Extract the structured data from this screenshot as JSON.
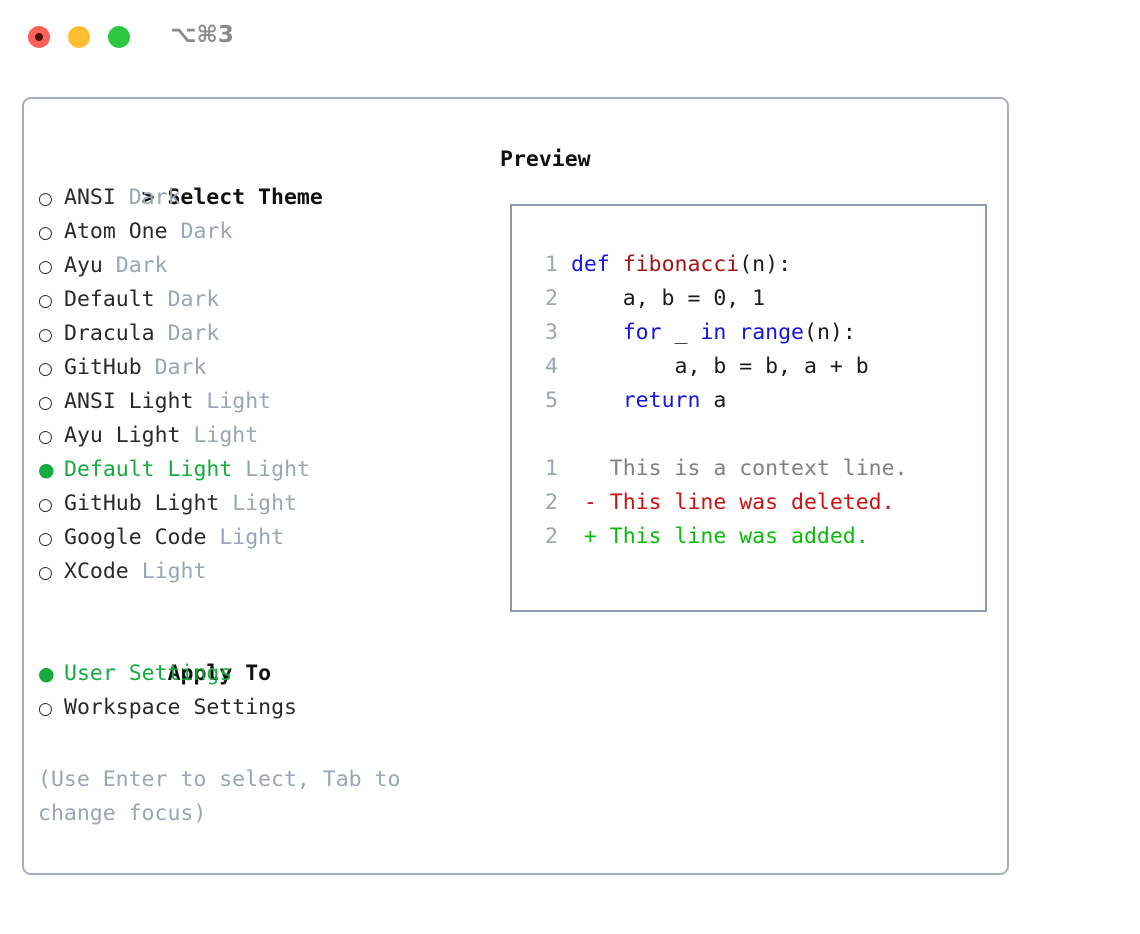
{
  "titlebar": {
    "shortcut": "⌥⌘3",
    "buttons": [
      {
        "name": "close",
        "color": "#ff6058"
      },
      {
        "name": "minimize",
        "color": "#ffbe2f"
      },
      {
        "name": "maximize",
        "color": "#2bc840"
      }
    ]
  },
  "colors": {
    "selected": "#15ac3d",
    "muted": "#9aa5b5",
    "border": "#a6aec0",
    "keyword": "#1414e6",
    "function": "#a31515",
    "diff_added": "#09bb09",
    "diff_deleted": "#cc1111",
    "diff_context": "#808080"
  },
  "theme_section": {
    "header": "> Select Theme",
    "items": [
      {
        "marker": "○",
        "label": "ANSI",
        "mode": "Dark",
        "selected": false
      },
      {
        "marker": "○",
        "label": "Atom One",
        "mode": "Dark",
        "selected": false
      },
      {
        "marker": "○",
        "label": "Ayu",
        "mode": "Dark",
        "selected": false
      },
      {
        "marker": "○",
        "label": "Default",
        "mode": "Dark",
        "selected": false
      },
      {
        "marker": "○",
        "label": "Dracula",
        "mode": "Dark",
        "selected": false
      },
      {
        "marker": "○",
        "label": "GitHub",
        "mode": "Dark",
        "selected": false
      },
      {
        "marker": "○",
        "label": "ANSI Light",
        "mode": "Light",
        "selected": false
      },
      {
        "marker": "○",
        "label": "Ayu Light",
        "mode": "Light",
        "selected": false
      },
      {
        "marker": "●",
        "label": "Default Light",
        "mode": "Light",
        "selected": true
      },
      {
        "marker": "○",
        "label": "GitHub Light",
        "mode": "Light",
        "selected": false
      },
      {
        "marker": "○",
        "label": "Google Code",
        "mode": "Light",
        "selected": false
      },
      {
        "marker": "○",
        "label": "XCode",
        "mode": "Light",
        "selected": false
      }
    ]
  },
  "apply_section": {
    "header": "Apply To",
    "items": [
      {
        "marker": "●",
        "label": "User Settings",
        "selected": true
      },
      {
        "marker": "○",
        "label": "Workspace Settings",
        "selected": false
      }
    ]
  },
  "hint": "(Use Enter to select, Tab to change focus)",
  "preview": {
    "title": "Preview",
    "code_lines": [
      {
        "no": "1",
        "tokens": [
          {
            "t": "def ",
            "c": "kw"
          },
          {
            "t": "fibonacci",
            "c": "fn"
          },
          {
            "t": "(n):",
            "c": "plain"
          }
        ]
      },
      {
        "no": "2",
        "tokens": [
          {
            "t": "    a, b = 0, 1",
            "c": "plain"
          }
        ]
      },
      {
        "no": "3",
        "tokens": [
          {
            "t": "    ",
            "c": "plain"
          },
          {
            "t": "for",
            "c": "kw"
          },
          {
            "t": " _ ",
            "c": "plain"
          },
          {
            "t": "in",
            "c": "kw"
          },
          {
            "t": " ",
            "c": "plain"
          },
          {
            "t": "range",
            "c": "kw"
          },
          {
            "t": "(n):",
            "c": "plain"
          }
        ]
      },
      {
        "no": "4",
        "tokens": [
          {
            "t": "        a, b = b, a + b",
            "c": "plain"
          }
        ]
      },
      {
        "no": "5",
        "tokens": [
          {
            "t": "    ",
            "c": "plain"
          },
          {
            "t": "return",
            "c": "kw"
          },
          {
            "t": " a",
            "c": "plain"
          }
        ]
      }
    ],
    "diff_lines": [
      {
        "no": "1",
        "sign": " ",
        "text": " This is a context line.",
        "kind": "ctx"
      },
      {
        "no": "2",
        "sign": "-",
        "text": " This line was deleted.",
        "kind": "del"
      },
      {
        "no": "2",
        "sign": "+",
        "text": " This line was added.",
        "kind": "add"
      }
    ]
  }
}
